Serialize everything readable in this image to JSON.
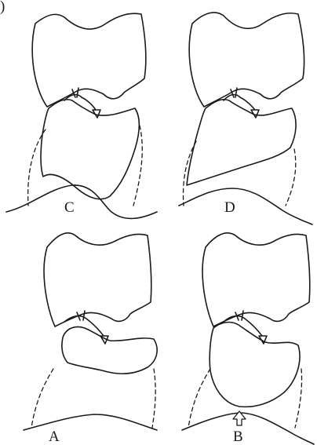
{
  "top_corner_mark": ")",
  "panels": [
    {
      "id": "C",
      "label": "C"
    },
    {
      "id": "D",
      "label": "D"
    },
    {
      "id": "A",
      "label": "A"
    },
    {
      "id": "B",
      "label": "B"
    }
  ]
}
